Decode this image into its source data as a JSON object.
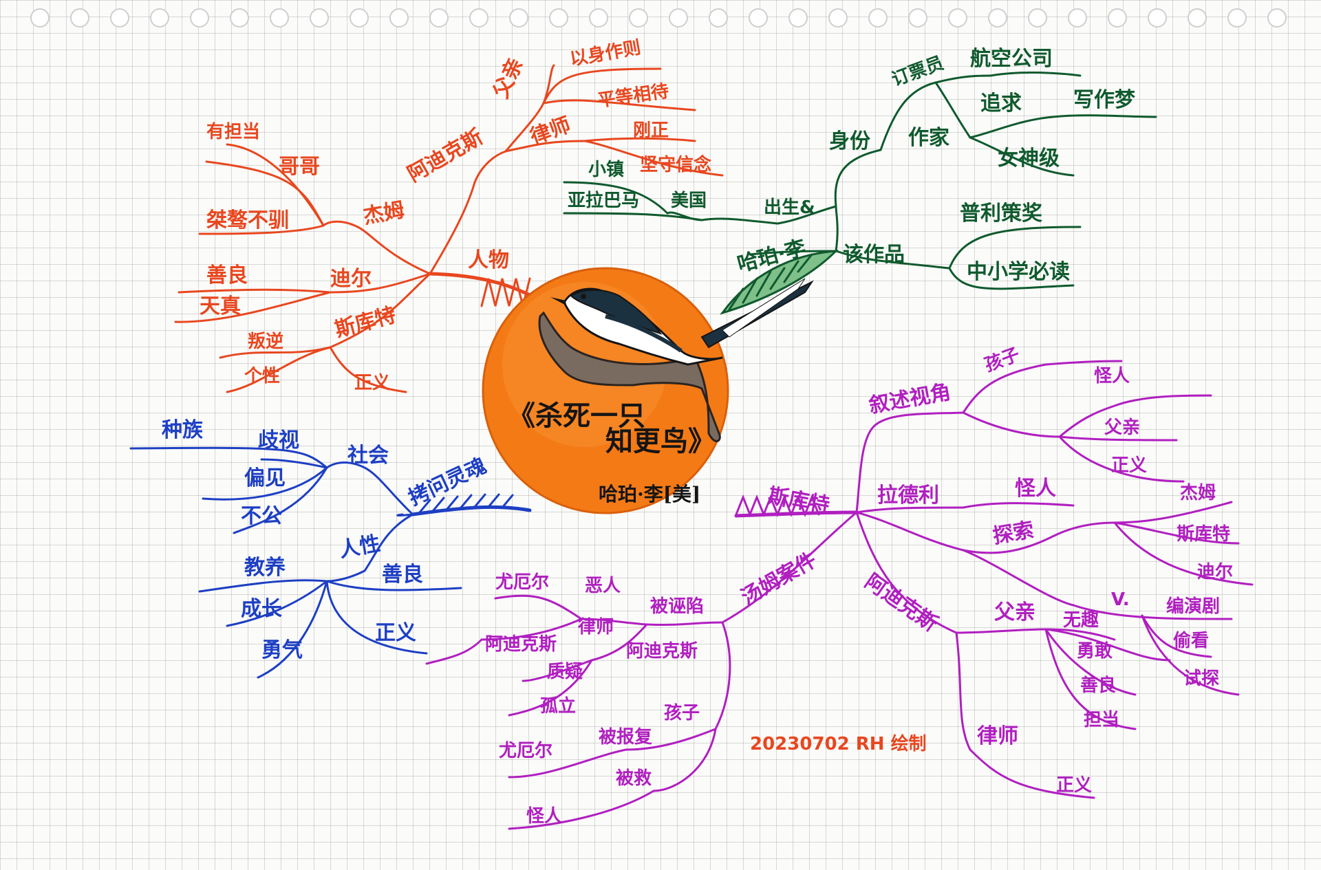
{
  "colors": {
    "red": "#e8471f",
    "green": "#0f5a2e",
    "blue": "#1d3fc4",
    "purple": "#b01fc0",
    "orange": "#f47a16",
    "ink": "#151515"
  },
  "center": {
    "title_line1": "《杀死一只",
    "title_line2": "知更鸟》",
    "author": "哈珀·李[美]",
    "illustration": "mockingbird-on-branch-icon"
  },
  "signature": "20230702 RH 绘制",
  "red": {
    "root": "人物",
    "atticus": {
      "label": "阿迪克斯",
      "father": {
        "label": "父亲",
        "children": [
          "以身作则",
          "平等相待"
        ]
      },
      "lawyer": {
        "label": "律师",
        "children": [
          "刚正",
          "坚守信念"
        ]
      }
    },
    "jem": {
      "label": "杰姆",
      "children": [
        "哥哥",
        "有担当",
        "桀骜不驯"
      ]
    },
    "dill": {
      "label": "迪尔",
      "children": [
        "善良",
        "天真"
      ]
    },
    "scout": {
      "label": "斯库特",
      "children": [
        "叛逆",
        "个性",
        "正义"
      ]
    }
  },
  "green": {
    "root": "哈珀·李",
    "identity": {
      "label": "身份",
      "clerk": {
        "label": "订票员",
        "children": [
          "航空公司"
        ]
      },
      "writer": {
        "label": "作家",
        "children": [
          "追求",
          "写作梦",
          "女神级"
        ]
      }
    },
    "birth": {
      "label": "出生&",
      "children": [
        "美国",
        "亚拉巴马",
        "小镇"
      ]
    },
    "work": {
      "label": "该作品",
      "children": [
        "普利策奖",
        "中小学必读"
      ]
    }
  },
  "blue": {
    "root": "拷问灵魂",
    "society": {
      "label": "社会",
      "children": [
        "歧视",
        "种族",
        "偏见",
        "不公"
      ]
    },
    "humanity": {
      "label": "人性",
      "children": [
        "教养",
        "成长",
        "勇气",
        "善良",
        "正义"
      ]
    }
  },
  "purple": {
    "root": "斯库特",
    "narrative": {
      "label": "叙述视角",
      "child": {
        "label": "孩子",
        "children": [
          "怪人"
        ]
      },
      "mid": {
        "label": "",
        "children": [
          "父亲",
          "正义"
        ]
      }
    },
    "radley": {
      "label": "拉德利",
      "children": [
        "怪人"
      ]
    },
    "explore": {
      "label": "探索",
      "upper": {
        "label": "",
        "children": [
          "杰姆",
          "斯库特",
          "迪尔"
        ]
      },
      "lower": {
        "label": "V.",
        "children": [
          "编演剧",
          "偷看",
          "试探"
        ]
      }
    },
    "atticus": {
      "label": "阿迪克斯",
      "father": {
        "label": "父亲",
        "children": [
          "无趣",
          "勇敢",
          "善良",
          "担当"
        ]
      },
      "lawyer": {
        "label": "律师",
        "children": [
          "正义"
        ]
      }
    },
    "tom_case": {
      "label": "汤姆案件",
      "accused": {
        "label": "被诬陷",
        "evil": "恶人",
        "bob": "尤厄尔",
        "law": "律师",
        "atticus_a": "阿迪克斯"
      },
      "atticus_b": {
        "label": "阿迪克斯",
        "children": [
          "质疑",
          "孤立"
        ]
      },
      "children_g": {
        "label": "孩子",
        "revenge": "被报复",
        "bob": "尤厄尔",
        "saved": "被救",
        "boo": "怪人"
      }
    }
  }
}
